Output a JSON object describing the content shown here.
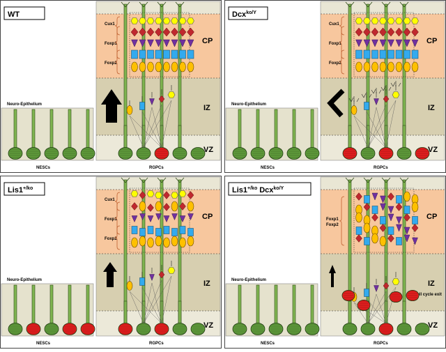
{
  "panels": [
    {
      "title": "WT",
      "title_sup": "",
      "genotype_label": "",
      "neuroepithelium_label": "Neuro-Epithelium",
      "nescs_label": "NESCs",
      "rgpcs_label": "RGPCs",
      "zones": {
        "cp": "CP",
        "iz": "IZ",
        "vz": "VZ"
      },
      "markers": {
        "cux1": "Cux1",
        "foxp1": "Foxp1",
        "foxp2": "Foxp2"
      },
      "extra_label": "",
      "arrow": "up-large"
    },
    {
      "title": "Dcx",
      "title_sup": "ko/Y",
      "genotype_label": "",
      "neuroepithelium_label": "Neuro-Epithelium",
      "nescs_label": "NESCs",
      "rgpcs_label": "RGPCs",
      "zones": {
        "cp": "CP",
        "iz": "IZ",
        "vz": "VZ"
      },
      "markers": {
        "cux1": "Cux1",
        "foxp1": "Foxp1",
        "foxp2": "Foxp2"
      },
      "extra_label": "",
      "arrow": "zigzag"
    },
    {
      "title": "Lis1",
      "title_sup": "+/ko",
      "genotype_label": "",
      "neuroepithelium_label": "Neuro-Epithelium",
      "nescs_label": "NESCs",
      "rgpcs_label": "RGPCs",
      "zones": {
        "cp": "CP",
        "iz": "IZ",
        "vz": "VZ"
      },
      "markers": {
        "cux1": "Cux1",
        "foxp1": "Foxp1",
        "foxp2": "Foxp2"
      },
      "extra_label": "",
      "arrow": "up-medium"
    },
    {
      "title": "Lis1",
      "title_sup": "+/ko",
      "title2": "Dcx",
      "title2_sup": "ko/Y",
      "neuroepithelium_label": "Neuro-Epithelium",
      "nescs_label": "NESCs",
      "rgpcs_label": "RGPCs",
      "zones": {
        "cp": "CP",
        "iz": "IZ",
        "vz": "VZ"
      },
      "markers": {
        "foxp1": "Foxp1",
        "foxp2": "Foxp2"
      },
      "extra_label": "Cell cycle exit",
      "arrow": "up-thin"
    }
  ],
  "colors": {
    "cp": "#f7c79e",
    "iz": "#d7cfb0",
    "vz": "#ece9d9",
    "neuro": "#e5e2cd",
    "cell_green": "#5e9a3a",
    "cell_red": "#e21e1e",
    "yellow": "#ffff00",
    "red": "#c0282e",
    "purple": "#7030a0",
    "blue": "#33aaee",
    "orange": "#ffc000"
  }
}
